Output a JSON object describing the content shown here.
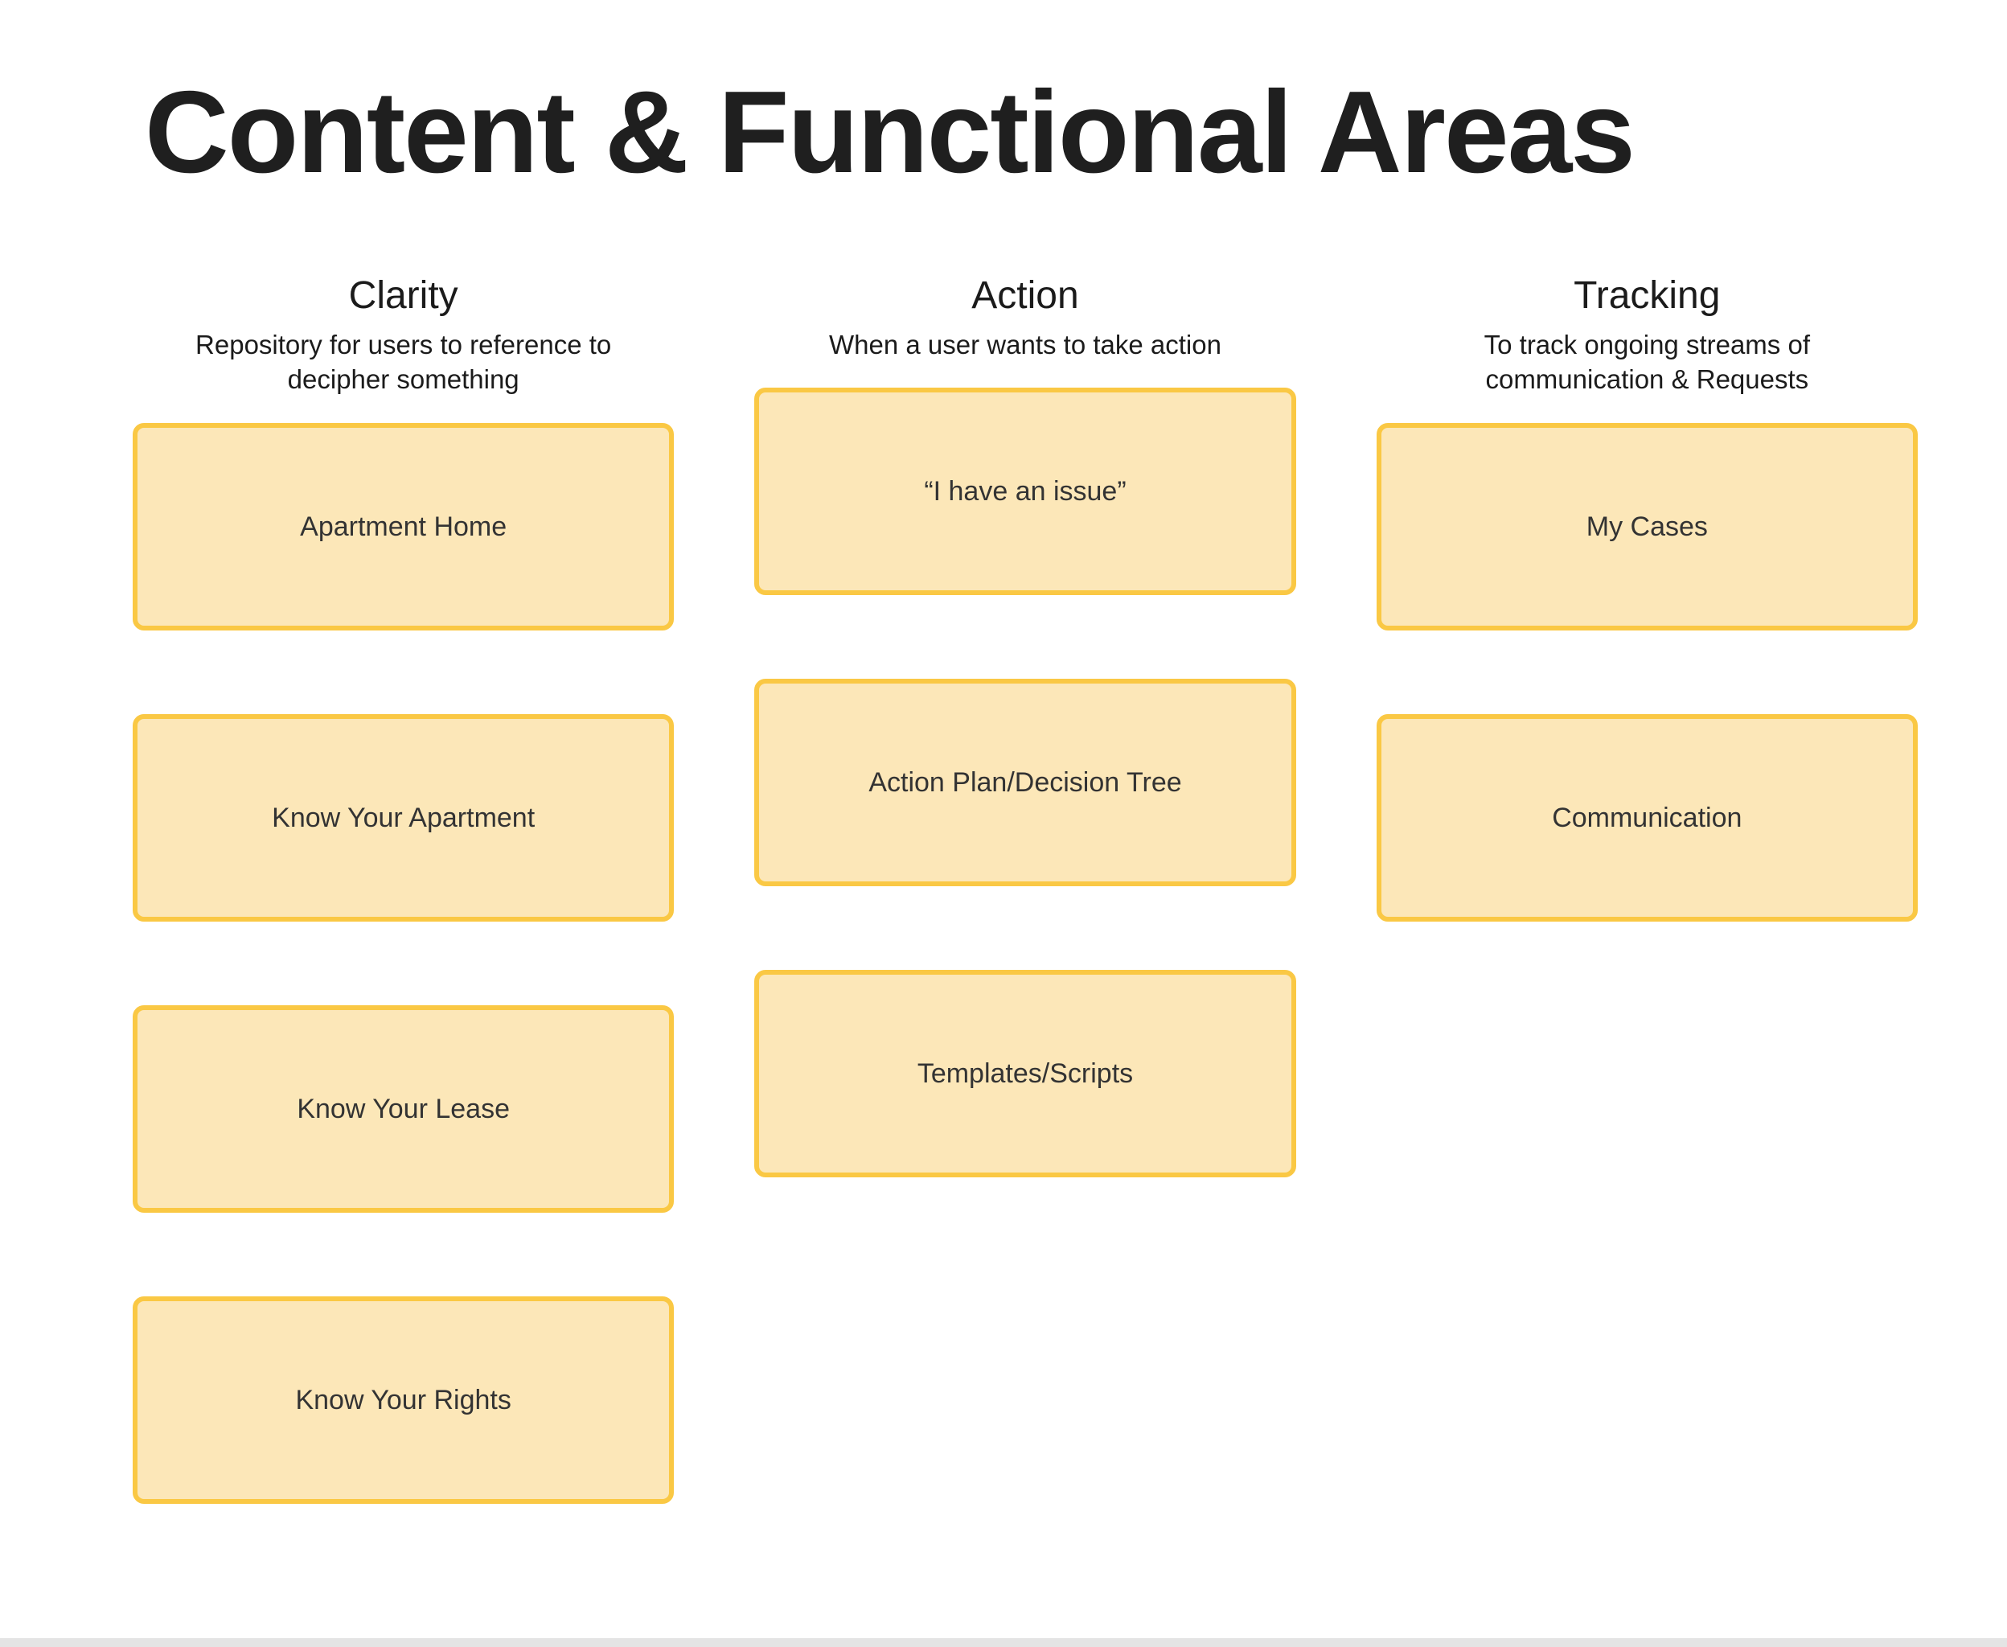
{
  "page": {
    "title": "Content & Functional Areas",
    "background_color": "#FFFFFF",
    "title_color": "#1F1F1F",
    "card_fill_color": "#FCE7B8",
    "card_border_color": "#FAC844",
    "card_text_color": "#333333",
    "bottom_bar_color": "#E4E4E4"
  },
  "columns": [
    {
      "title": "Clarity",
      "subtitle": "Repository for users to reference to decipher something",
      "cards": [
        {
          "label": "Apartment Home"
        },
        {
          "label": "Know Your Apartment"
        },
        {
          "label": "Know Your Lease"
        },
        {
          "label": "Know Your Rights"
        }
      ]
    },
    {
      "title": "Action",
      "subtitle": "When a user wants to take action",
      "cards": [
        {
          "label": "“I have an issue”"
        },
        {
          "label": "Action Plan/Decision Tree"
        },
        {
          "label": "Templates/Scripts"
        }
      ]
    },
    {
      "title": "Tracking",
      "subtitle": "To track ongoing streams of communication & Requests",
      "cards": [
        {
          "label": "My Cases"
        },
        {
          "label": "Communication"
        }
      ]
    }
  ]
}
